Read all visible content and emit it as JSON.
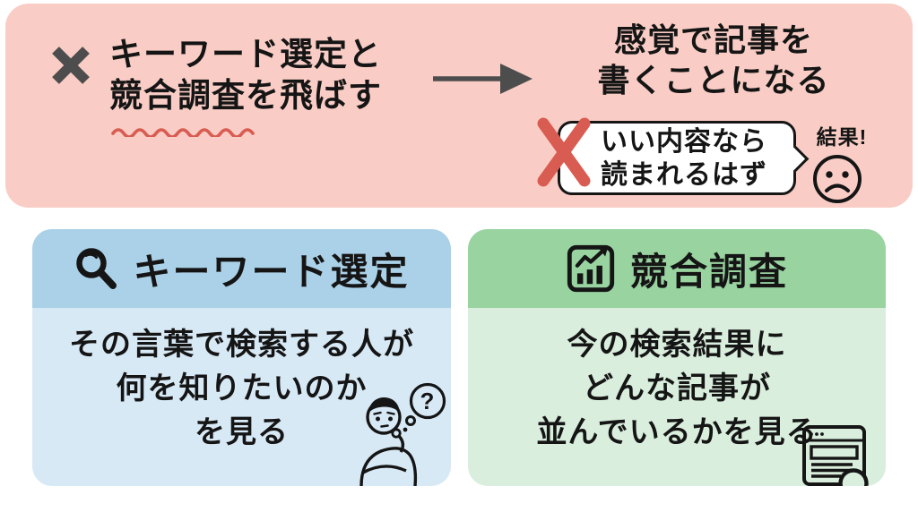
{
  "colors": {
    "banner_pink": "#f9cdc5",
    "blue_header": "#abd1e8",
    "blue_body": "#d8e9f6",
    "green_header": "#98d3a0",
    "green_body": "#d9eedd",
    "ink": "#151515",
    "gray_mark": "#4d4d4d",
    "red_mark": "#d95c52"
  },
  "banner": {
    "mistake": {
      "line1": "キーワード選定と",
      "line2": "競合調査を飛ばす"
    },
    "consequence": {
      "line1": "感覚で記事を",
      "line2": "書くことになる"
    },
    "belief_bubble": {
      "line1": "いい内容なら",
      "line2": "読まれるはず"
    },
    "result_label": "結果!"
  },
  "cards": [
    {
      "title": "キーワード選定",
      "icon": "magnifier-icon",
      "body_lines": [
        "その言葉で検索する人が",
        "何を知りたいのか",
        "を見る"
      ]
    },
    {
      "title": "競合調査",
      "icon": "bar-chart-icon",
      "body_lines": [
        "今の検索結果に",
        "どんな記事が",
        "並んでいるかを見る"
      ]
    }
  ],
  "illustrations": {
    "thinker_question_mark": "?"
  }
}
